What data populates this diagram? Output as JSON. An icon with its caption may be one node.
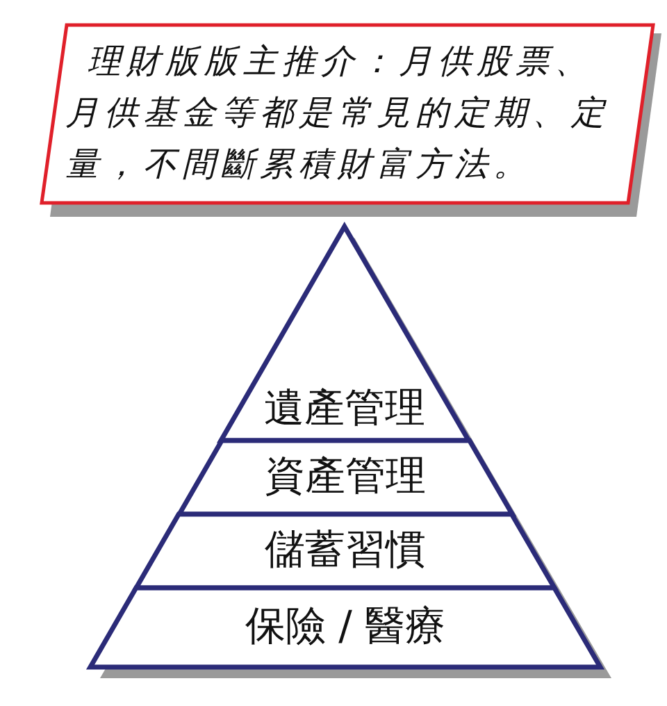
{
  "diagram": {
    "nodes": [
      {
        "text": [
          "理財版版主推介：月供股票、月供基金等都是常見的定期、定量，不間斷累積財富方法。"
        ]
      },
      {
        "text": [
          "遺產管理"
        ]
      },
      {
        "text": [
          "資產管理"
        ]
      },
      {
        "text": [
          "儲蓄習慣"
        ]
      },
      {
        "text": [
          "保險 / 醫療"
        ]
      }
    ],
    "edges": []
  }
}
